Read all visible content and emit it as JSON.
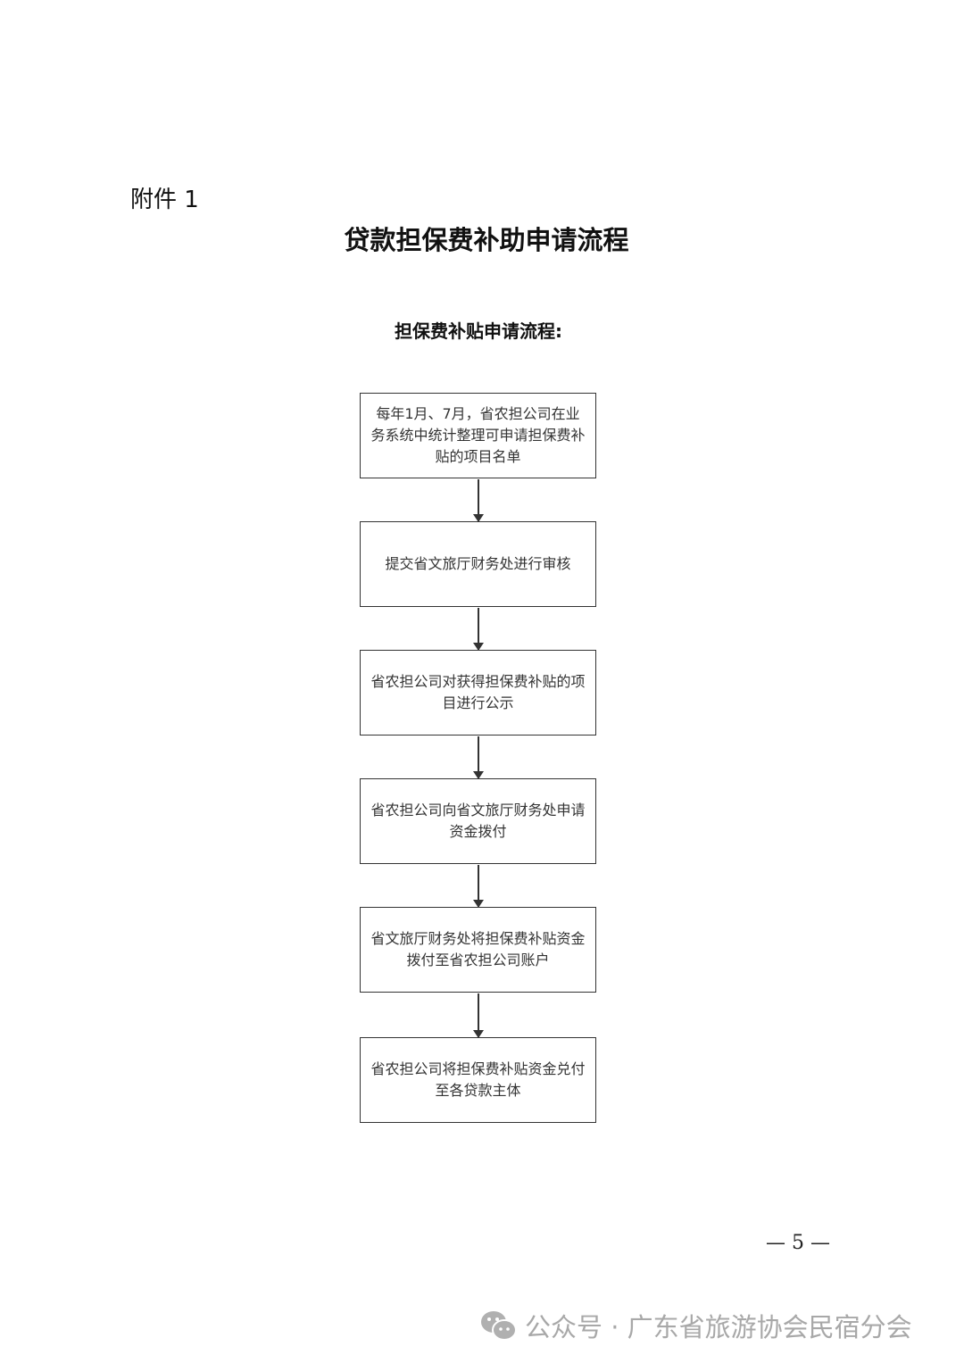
{
  "attachment_label": "附件 1",
  "title": "贷款担保费补助申请流程",
  "subtitle": "担保费补贴申请流程:",
  "steps": [
    "每年1月、7月，省农担公司在业务系统中统计整理可申请担保费补贴的项目名单",
    "提交省文旅厅财务处进行审核",
    "省农担公司对获得担保费补贴的项目进行公示",
    "省农担公司向省文旅厅财务处申请资金拨付",
    "省文旅厅财务处将担保费补贴资金拨付至省农担公司账户",
    "省农担公司将担保费补贴资金兑付至各贷款主体"
  ],
  "page_number": "— 5 —",
  "watermark": "公众号 · 广东省旅游协会民宿分会"
}
